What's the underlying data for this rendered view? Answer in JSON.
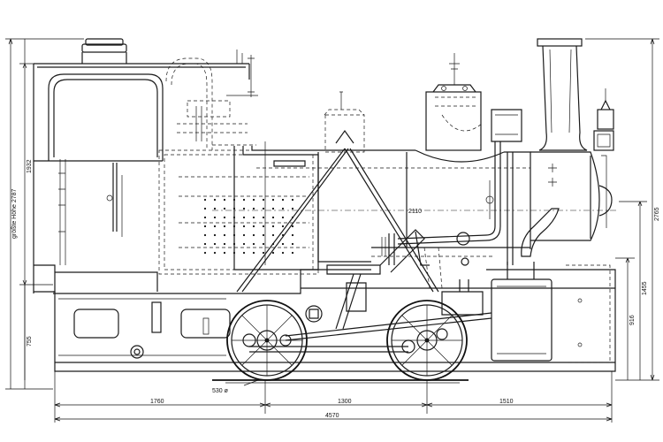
{
  "dimensions": {
    "total_height": "2765",
    "max_height": "größte Höhe  2787",
    "height_1932": "1932",
    "height_755": "755",
    "height_916": "916",
    "height_1455": "1455",
    "boiler_axis": "2110",
    "wheel_diameter": "530 ø",
    "dist_1760": "1760",
    "dist_1300": "1300",
    "dist_1510": "1510",
    "length_4570": "4570"
  }
}
